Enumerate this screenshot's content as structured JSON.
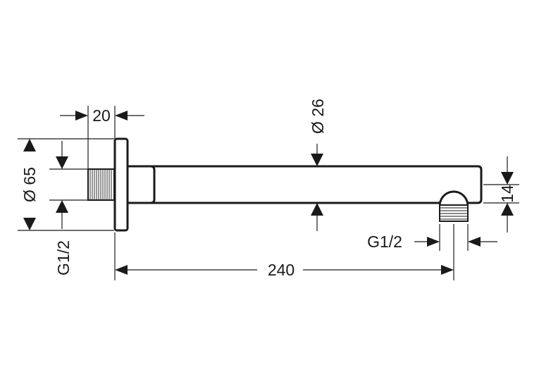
{
  "dimensions": {
    "flange_thickness": "20",
    "flange_diameter": "Ø 65",
    "arm_diameter": "Ø 26",
    "arm_length": "240",
    "wall_thread": "G1/2",
    "outlet_thread": "G1/2",
    "outlet_offset": "14"
  }
}
